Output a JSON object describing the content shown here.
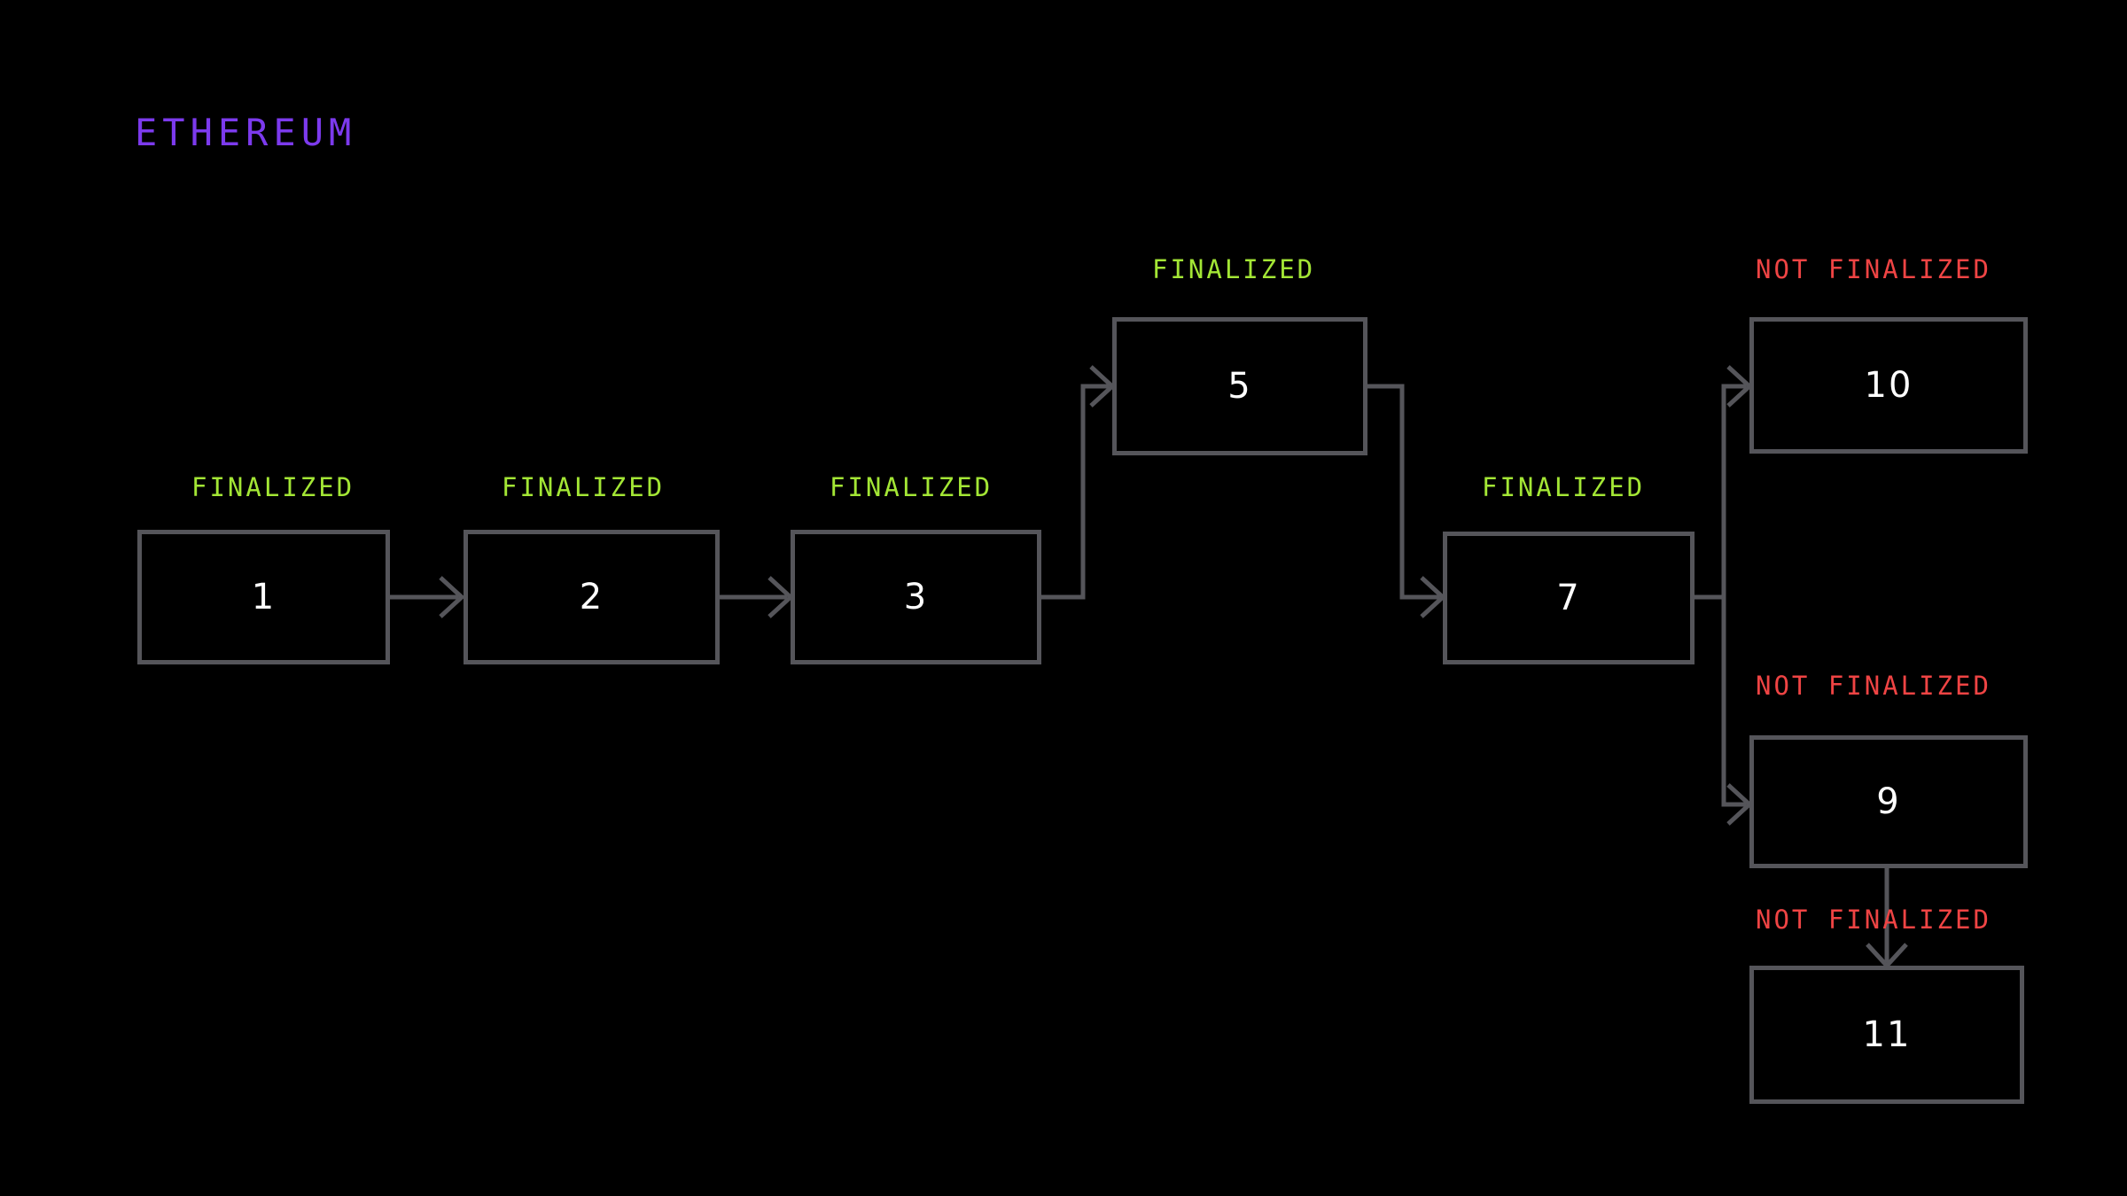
{
  "page": {
    "title": "ETHEREUM",
    "background_color": "#000000",
    "title_color": "#7c3aed",
    "box_border_color": "#55555a",
    "number_color": "#ffffff",
    "finalized_color": "#a3e635",
    "not_finalized_color": "#ef4444",
    "connector_color": "#55555a"
  },
  "diagram": {
    "type": "blockchain-finality-chain",
    "status_labels": {
      "finalized": "FINALIZED",
      "not_finalized": "NOT FINALIZED"
    },
    "blocks": [
      {
        "id": "block-1",
        "number": "1",
        "status": "FINALIZED",
        "status_kind": "finalized"
      },
      {
        "id": "block-2",
        "number": "2",
        "status": "FINALIZED",
        "status_kind": "finalized"
      },
      {
        "id": "block-3",
        "number": "3",
        "status": "FINALIZED",
        "status_kind": "finalized"
      },
      {
        "id": "block-5",
        "number": "5",
        "status": "FINALIZED",
        "status_kind": "finalized"
      },
      {
        "id": "block-7",
        "number": "7",
        "status": "FINALIZED",
        "status_kind": "finalized"
      },
      {
        "id": "block-10",
        "number": "10",
        "status": "NOT FINALIZED",
        "status_kind": "not_finalized"
      },
      {
        "id": "block-9",
        "number": "9",
        "status": "NOT FINALIZED",
        "status_kind": "not_finalized"
      },
      {
        "id": "block-11",
        "number": "11",
        "status": "NOT FINALIZED",
        "status_kind": "not_finalized"
      }
    ],
    "edges": [
      {
        "from": "block-1",
        "to": "block-2"
      },
      {
        "from": "block-2",
        "to": "block-3"
      },
      {
        "from": "block-3",
        "to": "block-5"
      },
      {
        "from": "block-5",
        "to": "block-7"
      },
      {
        "from": "block-7",
        "to": "block-10"
      },
      {
        "from": "block-7",
        "to": "block-9"
      },
      {
        "from": "block-9",
        "to": "block-11"
      }
    ]
  }
}
